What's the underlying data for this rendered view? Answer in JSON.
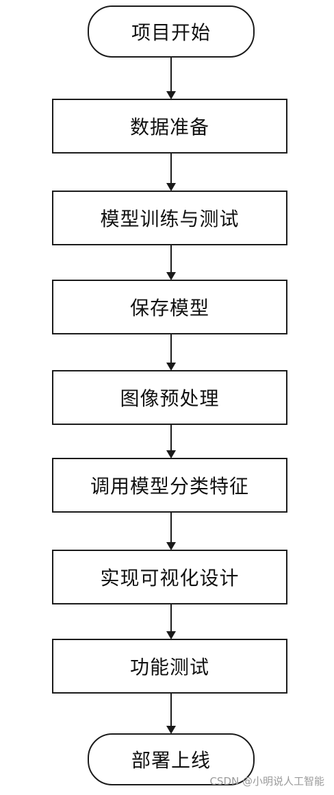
{
  "diagram": {
    "nodes": [
      {
        "id": "start",
        "label": "项目开始",
        "shape": "terminal"
      },
      {
        "id": "data-prep",
        "label": "数据准备",
        "shape": "process"
      },
      {
        "id": "train-test",
        "label": "模型训练与测试",
        "shape": "process"
      },
      {
        "id": "save-model",
        "label": "保存模型",
        "shape": "process"
      },
      {
        "id": "preprocess",
        "label": "图像预处理",
        "shape": "process"
      },
      {
        "id": "classify",
        "label": "调用模型分类特征",
        "shape": "process"
      },
      {
        "id": "visualize",
        "label": "实现可视化设计",
        "shape": "process"
      },
      {
        "id": "func-test",
        "label": "功能测试",
        "shape": "process"
      },
      {
        "id": "deploy",
        "label": "部署上线",
        "shape": "terminal"
      }
    ],
    "edges": [
      {
        "from": "start",
        "to": "data-prep"
      },
      {
        "from": "data-prep",
        "to": "train-test"
      },
      {
        "from": "train-test",
        "to": "save-model"
      },
      {
        "from": "save-model",
        "to": "preprocess"
      },
      {
        "from": "preprocess",
        "to": "classify"
      },
      {
        "from": "classify",
        "to": "visualize"
      },
      {
        "from": "visualize",
        "to": "func-test"
      },
      {
        "from": "func-test",
        "to": "deploy"
      }
    ]
  },
  "watermark": "CSDN @小明说人工智能",
  "colors": {
    "stroke": "#1a1a1a",
    "text": "#111111",
    "watermark": "#9a9a9a"
  }
}
